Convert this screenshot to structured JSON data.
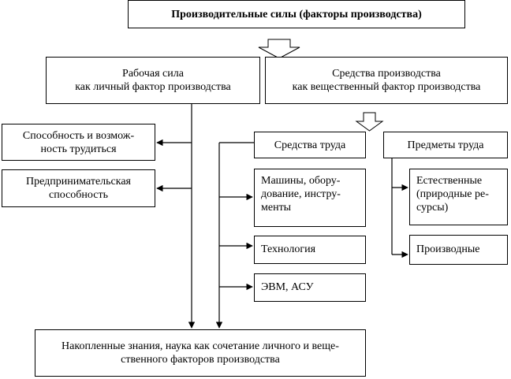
{
  "title": "Производительные силы (факторы производства)",
  "labor": {
    "line1": "Рабочая сила",
    "line2": "как личный фактор производства"
  },
  "means_of_production": {
    "line1": "Средства производства",
    "line2": "как вещественный фактор производства"
  },
  "labor_items": [
    {
      "line1": "Способность и возмож-",
      "line2": "ность трудиться"
    },
    {
      "line1": "Предпринимательская",
      "line2": "способность"
    }
  ],
  "means_of_labor": {
    "label": "Средства труда",
    "items": [
      {
        "lines": [
          "Машины, обору-",
          "дование, инстру-",
          "менты"
        ]
      },
      {
        "lines": [
          "Технология"
        ]
      },
      {
        "lines": [
          "ЭВМ, АСУ"
        ]
      }
    ]
  },
  "objects_of_labor": {
    "label": "Предметы труда",
    "items": [
      {
        "lines": [
          "Естественные",
          "(природные ре-",
          "сурсы)"
        ]
      },
      {
        "lines": [
          "Производные"
        ]
      }
    ]
  },
  "result": {
    "line1": "Накопленные знания, наука как сочетание личного и веще-",
    "line2": "ственного факторов производства"
  }
}
